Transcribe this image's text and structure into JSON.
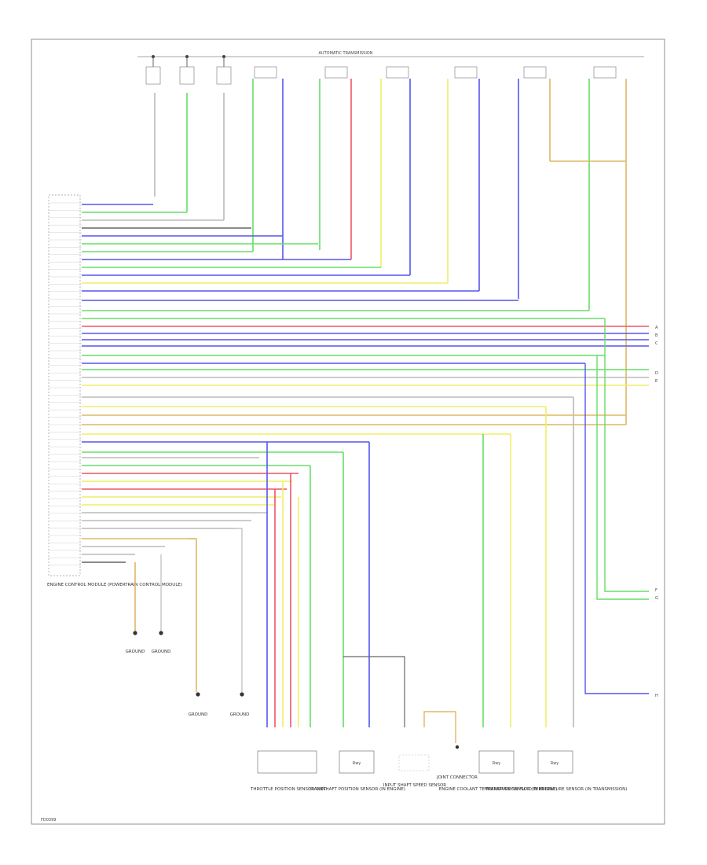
{
  "diagram": {
    "top_title": "AUTOMATIC TRANSMISSION",
    "corner_code": "FD0399",
    "ecm_label": "ENGINE CONTROL MODULE (POWERTRAIN CONTROL MODULE)",
    "components": [
      {
        "name": "THROTTLE POSITION SENSOR UNIT",
        "tag": ""
      },
      {
        "name": "CRANKSHAFT POSITION SENSOR (IN ENGINE)",
        "tag": "Rwy"
      },
      {
        "name": "INPUT SHAFT SPEED SENSOR",
        "tag": ""
      },
      {
        "name": "JOINT CONNECTOR",
        "tag": ""
      },
      {
        "name": "ENGINE COOLANT TEMPERATURE SENSOR (IN ENGINE)",
        "tag": "Rwy"
      },
      {
        "name": "TRANSMISSION FLUID TEMPERATURE SENSOR (IN TRANSMISSION)",
        "tag": "Rwy"
      }
    ],
    "ground_labels": [
      "GROUND",
      "GROUND",
      "GROUND",
      "GROUND"
    ],
    "right_offpage": [
      "A",
      "B",
      "C",
      "D",
      "E",
      "F",
      "G",
      "H"
    ]
  }
}
